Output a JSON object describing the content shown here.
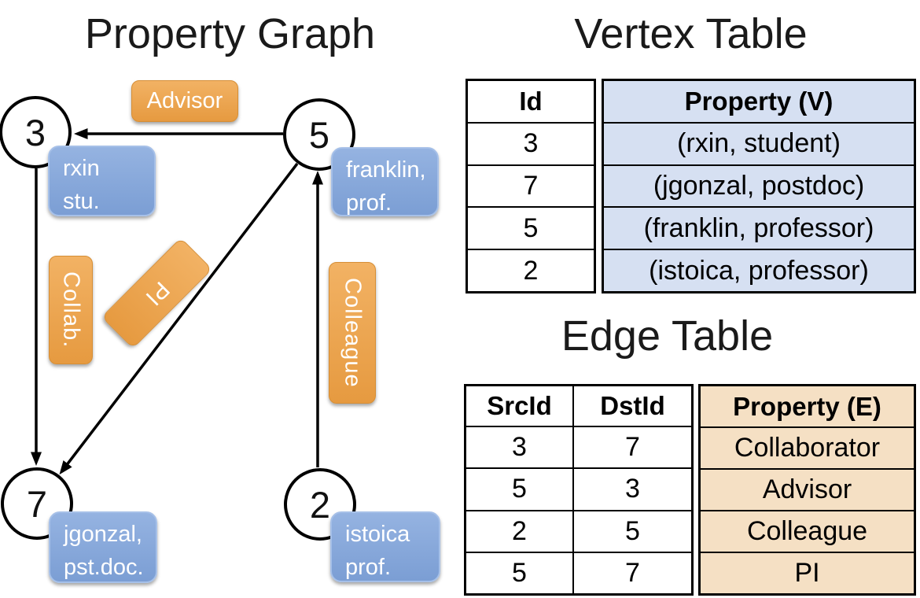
{
  "graph": {
    "title": "Property Graph",
    "nodes": [
      {
        "id": "3",
        "label_line1": "rxin",
        "label_line2": "stu."
      },
      {
        "id": "5",
        "label_line1": "franklin,",
        "label_line2": "prof."
      },
      {
        "id": "7",
        "label_line1": "jgonzal,",
        "label_line2": "pst.doc."
      },
      {
        "id": "2",
        "label_line1": "istoica",
        "label_line2": "prof."
      }
    ],
    "edges": [
      {
        "label": "Advisor",
        "from": "5",
        "to": "3"
      },
      {
        "label": "Collab.",
        "from": "3",
        "to": "7"
      },
      {
        "label": "PI",
        "from": "5",
        "to": "7"
      },
      {
        "label": "Colleague",
        "from": "2",
        "to": "5"
      }
    ]
  },
  "vertex_table": {
    "title": "Vertex Table",
    "columns": [
      "Id",
      "Property (V)"
    ],
    "rows": [
      [
        "3",
        "(rxin, student)"
      ],
      [
        "7",
        "(jgonzal, postdoc)"
      ],
      [
        "5",
        "(franklin, professor)"
      ],
      [
        "2",
        "(istoica, professor)"
      ]
    ]
  },
  "edge_table": {
    "title": "Edge Table",
    "columns": [
      "SrcId",
      "DstId",
      "Property (E)"
    ],
    "rows": [
      [
        "3",
        "7",
        "Collaborator"
      ],
      [
        "5",
        "3",
        "Advisor"
      ],
      [
        "2",
        "5",
        "Colleague"
      ],
      [
        "5",
        "7",
        "PI"
      ]
    ]
  },
  "colors": {
    "orange_top": "#F2B264",
    "orange_bottom": "#E69A40",
    "orange_border": "#D68E35",
    "blue_top": "#95B3E1",
    "blue_bottom": "#7B9ED4",
    "blue_border": "#A6C0E8",
    "vertex_cell_bg": "#D6E0F2",
    "edge_cell_bg": "#F5E0C4"
  }
}
